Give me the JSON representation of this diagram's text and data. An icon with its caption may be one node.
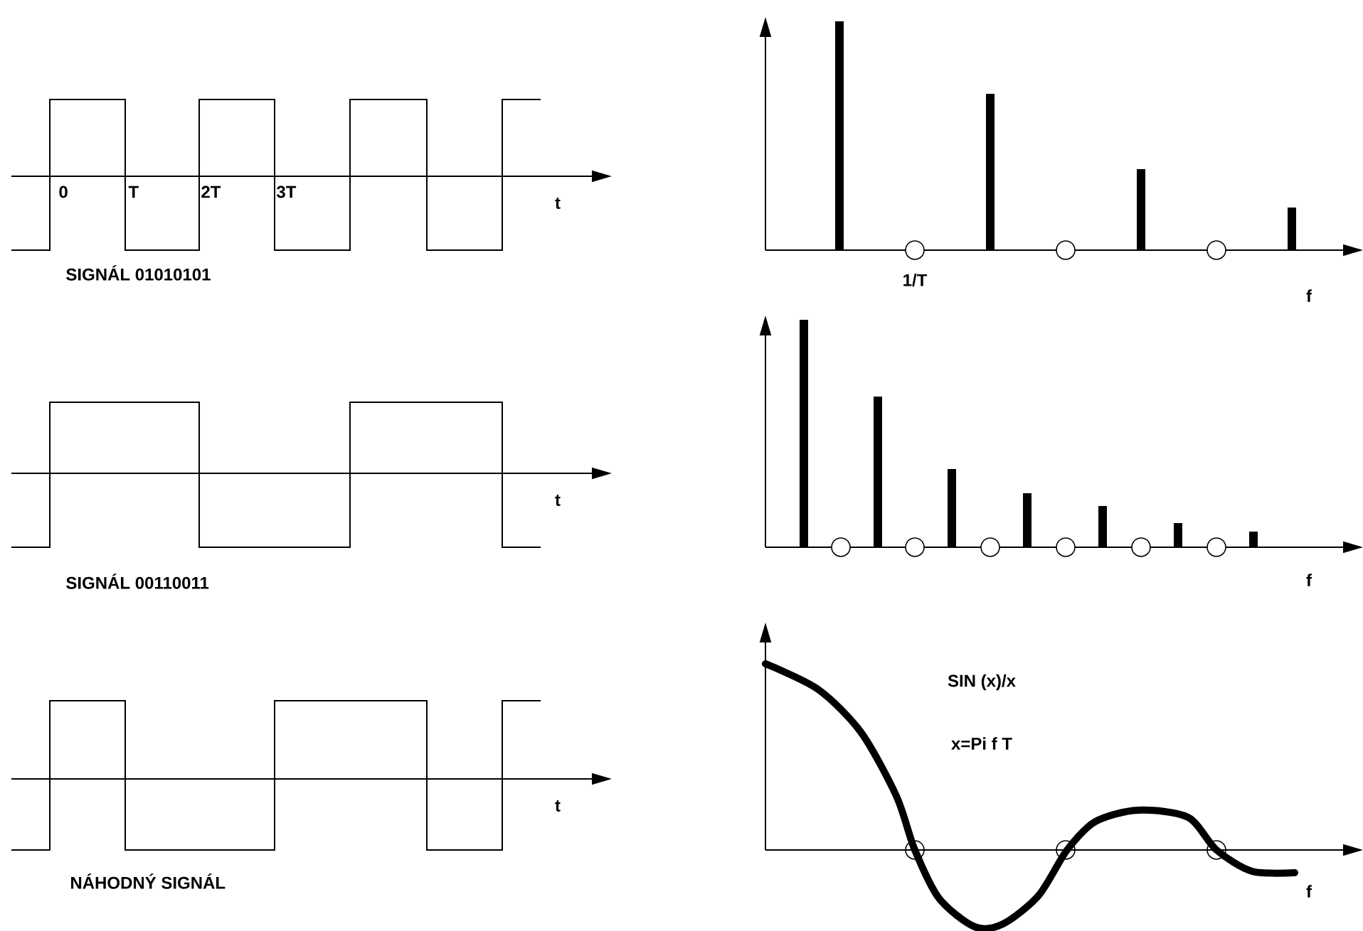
{
  "diagram": {
    "labels": [
      "0",
      "T",
      "2T",
      "3T",
      "t",
      "SIGNÁL 01010101",
      "1/T",
      "f",
      "t",
      "SIGNÁL 00110011",
      "f",
      "SIN (x)/x",
      "x=Pi f T",
      "t",
      "NÁHODNÝ SIGNÁL",
      "f"
    ]
  }
}
